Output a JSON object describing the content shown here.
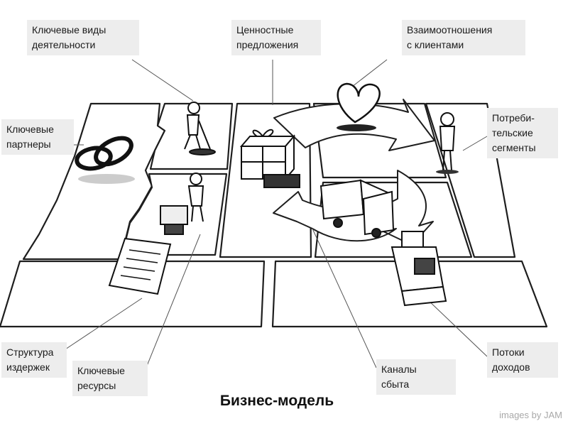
{
  "diagram": {
    "title": "Бизнес-модель",
    "credit": "images by JAM",
    "blocks": [
      {
        "id": "key_activities",
        "label": "Ключевые виды\nдеятельности",
        "icon": "digging-person-icon"
      },
      {
        "id": "value_propositions",
        "label": "Ценностные\nпредложения",
        "icon": "gift-box-icon"
      },
      {
        "id": "customer_relationships",
        "label": "Взаимоотношения\nс клиентами",
        "icon": "heart-icon"
      },
      {
        "id": "key_partners",
        "label": "Ключевые\nпартнеры",
        "icon": "rings-icon"
      },
      {
        "id": "customer_segments",
        "label": "Потреби-\nтельские\nсегменты",
        "icon": "standing-person-icon"
      },
      {
        "id": "cost_structure",
        "label": "Структура\nиздержек",
        "icon": "invoice-icon"
      },
      {
        "id": "key_resources",
        "label": "Ключевые\nресурсы",
        "icon": "machine-worker-icon"
      },
      {
        "id": "channels",
        "label": "Каналы\nсбыта",
        "icon": "truck-icon"
      },
      {
        "id": "revenue_streams",
        "label": "Потоки\nдоходов",
        "icon": "cash-register-icon"
      }
    ]
  }
}
